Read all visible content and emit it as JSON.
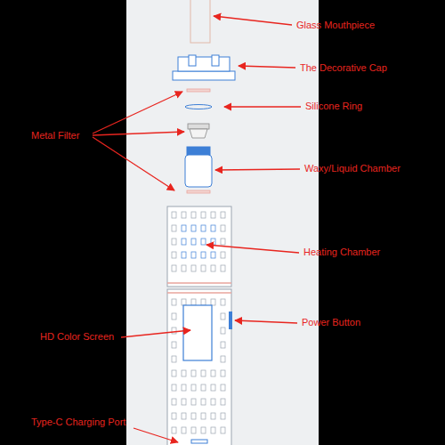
{
  "diagram": {
    "labels": [
      "Glass Mouthpiece",
      "The Decorative Cap",
      "Silicone Ring",
      "Metal Filter",
      "Waxy/Liquid Chamber",
      "Heating Chamber",
      "Power Button",
      "HD Color Screen",
      "Type-C Charging Port"
    ]
  }
}
